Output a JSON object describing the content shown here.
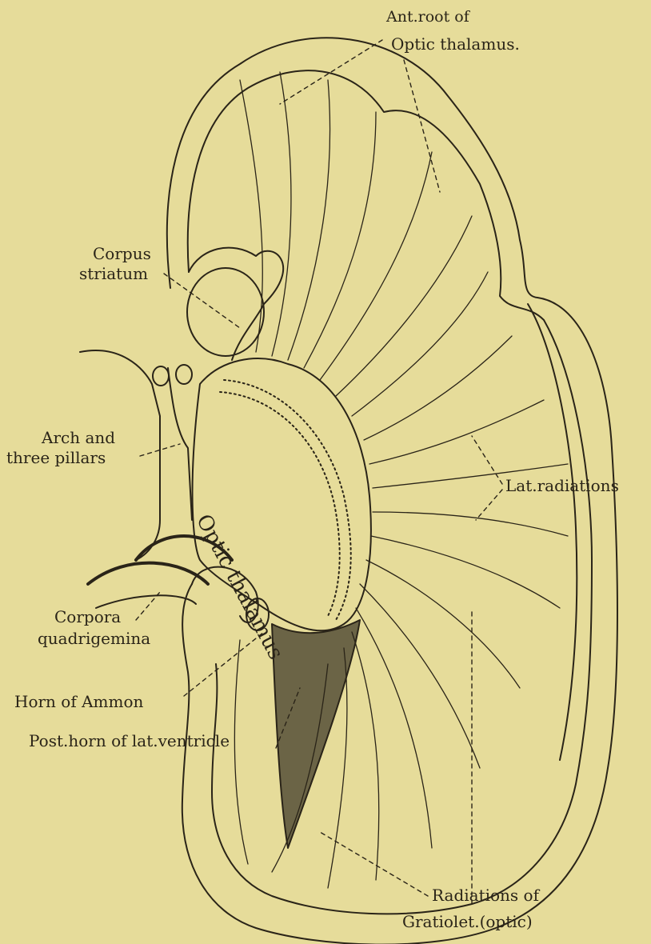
{
  "labels": {
    "ant_root_line1": "Ant.root of",
    "ant_root_line2": "Optic thalamus.",
    "corpus_line1": "Corpus",
    "corpus_line2": "striatum",
    "arch_line1": "Arch and",
    "arch_line2": "three pillars",
    "lat_radiations": "Lat.radiations",
    "corpora_line1": "Corpora",
    "corpora_line2": "quadrigemina",
    "horn_of_ammon": "Horn of Ammon",
    "post_horn": "Post.horn of lat.ventricle",
    "radiations_line1": "Radiations of",
    "radiations_line2": "Gratiolet.(optic)",
    "optic_thalamus": "Optic thalamus"
  },
  "colors": {
    "background": "#e6dc9a",
    "ink": "#2a2418"
  }
}
